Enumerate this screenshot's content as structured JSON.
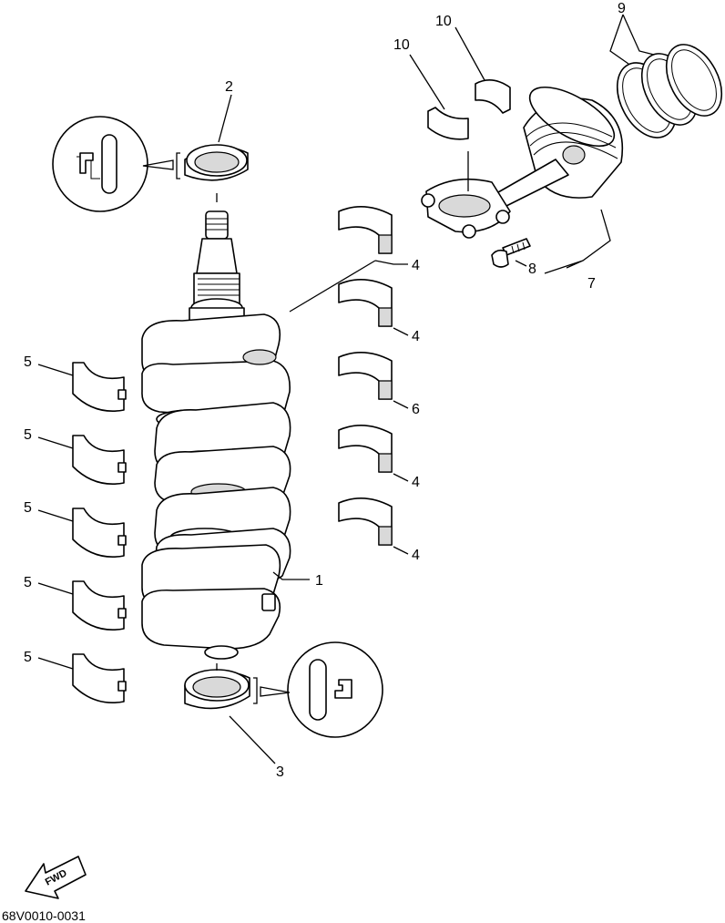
{
  "diagram": {
    "callouts": {
      "c1": "1",
      "c2": "2",
      "c3": "3",
      "c4a": "4",
      "c4b": "4",
      "c4c": "4",
      "c4d": "4",
      "c5a": "5",
      "c5b": "5",
      "c5c": "5",
      "c5d": "5",
      "c5e": "5",
      "c6": "6",
      "c7": "7",
      "c8": "8",
      "c9": "9",
      "c10a": "10",
      "c10b": "10"
    },
    "fwd_label": "FWD",
    "drawing_code": "68V0010-0031"
  }
}
